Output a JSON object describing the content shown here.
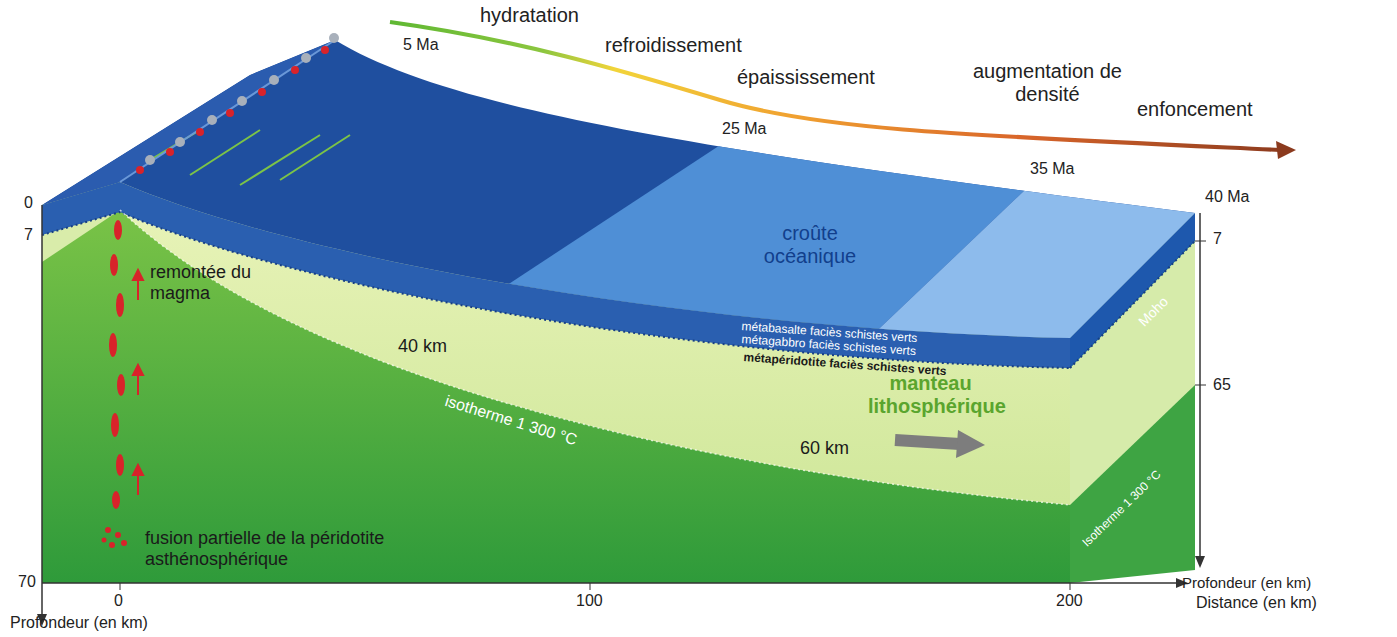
{
  "diagram": {
    "labels": [
      "hydratation",
      "refroidissement",
      "épaississement",
      "augmentation de densité",
      "enfoncement",
      "5 Ma",
      "25 Ma",
      "35 Ma",
      "40 Ma",
      "0",
      "7",
      "remontée du magma",
      "croûte océanique",
      "métabasalte faciès schistes verts",
      "métagabbro faciès schistes verts",
      "métapéridotite faciès schistes verts",
      "40 km",
      "isotherme 1 300 °C",
      "manteau lithosphérique",
      "60 km",
      "Moho",
      "7",
      "65",
      "Profondeur (en km)",
      "Isotherme 1 300 °C",
      "fusion partielle de la péridotite asthénosphérique",
      "70",
      "0",
      "100",
      "200",
      "Distance (en km)",
      "Profondeur (en km)"
    ]
  }
}
